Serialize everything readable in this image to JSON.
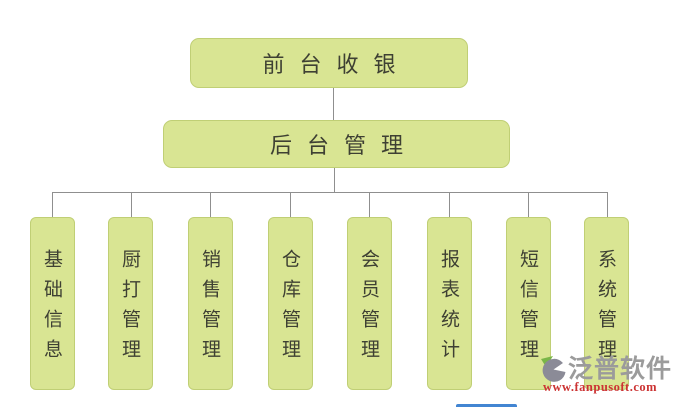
{
  "diagram": {
    "root": {
      "label": "前台收银"
    },
    "manager": {
      "label": "后台管理"
    },
    "modules": [
      {
        "label": "基础信息"
      },
      {
        "label": "厨打管理"
      },
      {
        "label": "销售管理"
      },
      {
        "label": "仓库管理"
      },
      {
        "label": "会员管理"
      },
      {
        "label": "报表统计"
      },
      {
        "label": "短信管理"
      },
      {
        "label": "系统管理"
      }
    ]
  },
  "watermark": {
    "brand": "泛普软件",
    "url": "www.fanpusoft.com"
  },
  "colors": {
    "node_fill": "#d9e593",
    "node_border": "#c0cf75",
    "node_text": "#3e4033",
    "connector": "#8f8f8f",
    "watermark_brand": "#9b9b9b",
    "watermark_url": "#cc3333",
    "watermark_icon_green": "#7ab648",
    "watermark_icon_gray": "#8b8b97",
    "bottom_bar": "#4285d2"
  }
}
